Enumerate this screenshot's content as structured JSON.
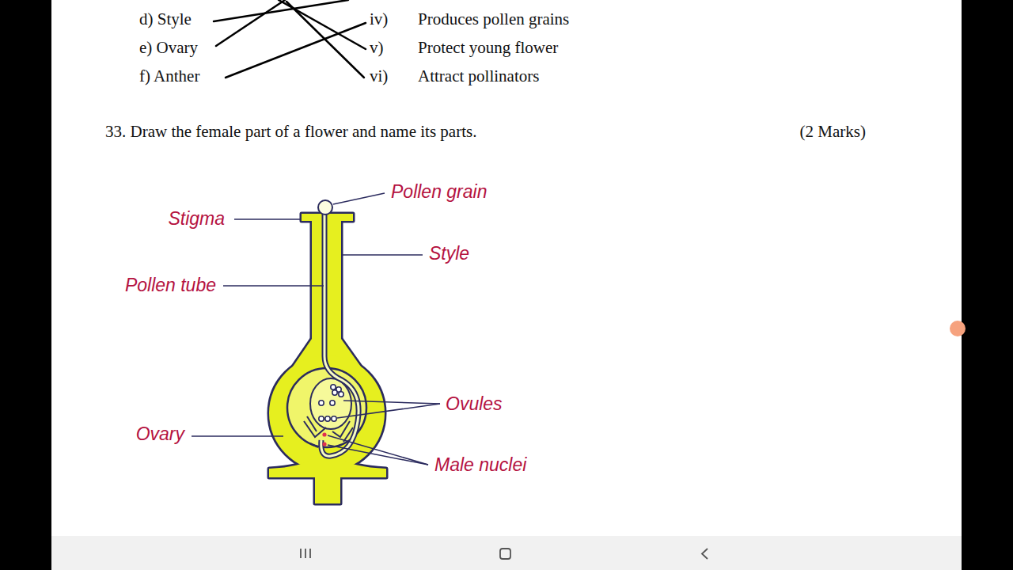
{
  "diagram": {
    "labels": [
      "d) Style",
      "e) Ovary",
      "f) Anther",
      "iv)",
      "Produces pollen grains",
      "v)",
      "Protect young flower",
      "vi)",
      "Attract pollinators",
      "33. Draw the female part of a flower and name its parts.",
      "(2 Marks)",
      "Pollen grain",
      "Stigma",
      "Style",
      "Pollen tube",
      "Ovules",
      "Ovary",
      "Male nuclei"
    ]
  }
}
